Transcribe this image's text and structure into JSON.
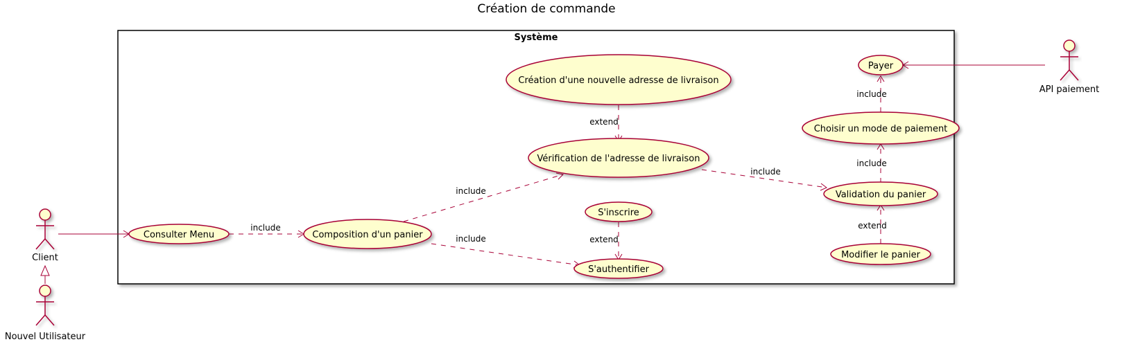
{
  "diagram": {
    "title": "Création de commande",
    "system_label": "Système",
    "colors": {
      "line": "#A80036",
      "fill": "#FEFECE"
    },
    "actors": {
      "client": "Client",
      "nouvel_utilisateur": "Nouvel Utilisateur",
      "api_paiement": "API paiement"
    },
    "use_cases": {
      "consulter_menu": "Consulter Menu",
      "composition_panier": "Composition d'un panier",
      "verification_adresse": "Vérification de l'adresse de livraison",
      "creation_adresse": "Création d'une nouvelle adresse de livraison",
      "sinscrire": "S'inscrire",
      "sauthentifier": "S'authentifier",
      "validation_panier": "Validation du panier",
      "modifier_panier": "Modifier le panier",
      "choisir_paiement": "Choisir un mode de paiement",
      "payer": "Payer"
    },
    "relations": {
      "menu_to_composition": "include",
      "composition_to_verification": "include",
      "composition_to_auth": "include",
      "creation_to_verification": "extend",
      "inscrire_to_auth": "extend",
      "verification_to_validation": "include",
      "modifier_to_validation": "extend",
      "validation_to_choisir": "include",
      "choisir_to_payer": "include"
    }
  }
}
